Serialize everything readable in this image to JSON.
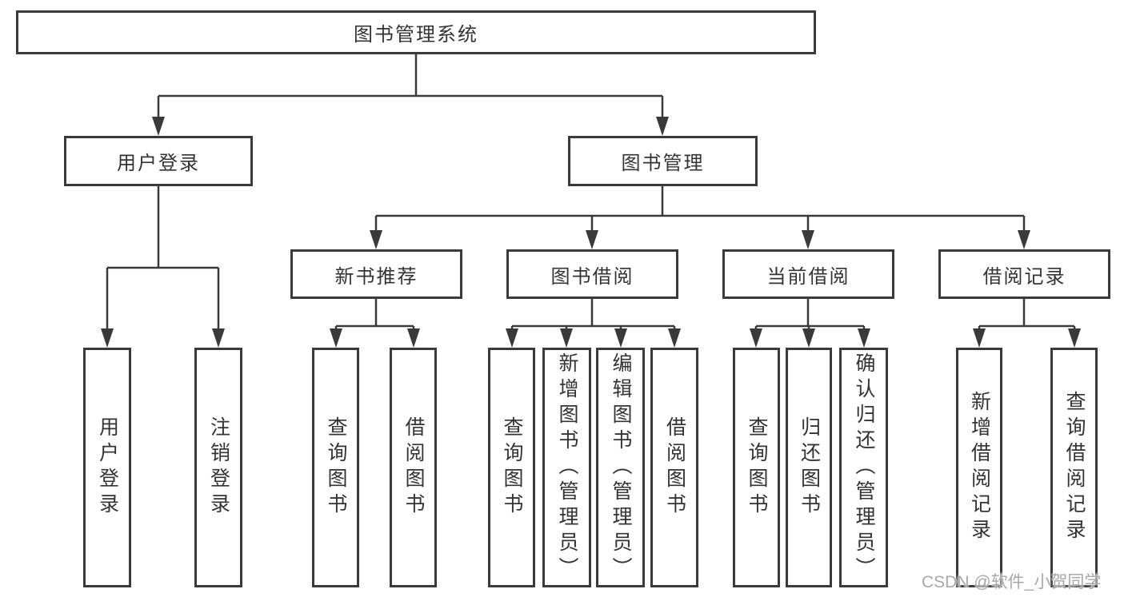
{
  "diagram": {
    "type": "hierarchy-tree",
    "colors": {
      "line": "#3a3a3a",
      "box_border": "#3a3a3a",
      "text": "#333333",
      "background": "#ffffff",
      "watermark_text_color": "#a8a8a8"
    },
    "nodes": {
      "root": {
        "label": "图书管理系统"
      },
      "level2": [
        {
          "id": "user-login",
          "label": "用户登录",
          "parent": "root"
        },
        {
          "id": "book-management",
          "label": "图书管理",
          "parent": "root"
        }
      ],
      "level3": [
        {
          "id": "new-book-recommend",
          "label": "新书推荐",
          "parent": "book-management"
        },
        {
          "id": "book-borrowing",
          "label": "图书借阅",
          "parent": "book-management"
        },
        {
          "id": "current-borrowing",
          "label": "当前借阅",
          "parent": "book-management"
        },
        {
          "id": "borrow-records",
          "label": "借阅记录",
          "parent": "book-management"
        }
      ],
      "leaves": [
        {
          "label": "用户登录",
          "parent": "user-login"
        },
        {
          "label": "注销登录",
          "parent": "user-login"
        },
        {
          "label": "查询图书",
          "parent": "new-book-recommend"
        },
        {
          "label": "借阅图书",
          "parent": "new-book-recommend"
        },
        {
          "label": "查询图书",
          "parent": "book-borrowing"
        },
        {
          "label": "新增图书（管理员）",
          "parent": "book-borrowing"
        },
        {
          "label": "编辑图书（管理员）",
          "parent": "book-borrowing"
        },
        {
          "label": "借阅图书",
          "parent": "book-borrowing"
        },
        {
          "label": "查询图书",
          "parent": "current-borrowing"
        },
        {
          "label": "归还图书",
          "parent": "current-borrowing"
        },
        {
          "label": "确认归还（管理员）",
          "parent": "current-borrowing"
        },
        {
          "label": "新增借阅记录",
          "parent": "borrow-records"
        },
        {
          "label": "查询借阅记录",
          "parent": "borrow-records"
        }
      ]
    },
    "watermark": {
      "text": "CSDN @软件_小贺同学"
    }
  }
}
